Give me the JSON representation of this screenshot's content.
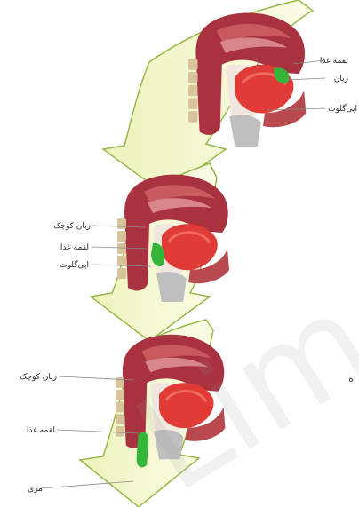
{
  "figure": {
    "panel_1": {
      "labels": [
        "لقمه غذا",
        "زبان",
        "اپی‌گلوت"
      ]
    },
    "panel_2": {
      "labels": [
        "زبان کوچک",
        "لقمه غذا",
        "اپی‌گلوت"
      ]
    },
    "panel_3": {
      "labels": [
        "زبان کوچک",
        "لقمه غذا",
        "مری"
      ]
    },
    "watermark": "Lim",
    "edge_text": "ه"
  },
  "colors": {
    "arrow_fill": "#f2f5c9",
    "arrow_stroke": "#97b84a",
    "tissue": "#a8323f",
    "tongue": "#e03b36",
    "food_bolus": "#35b53a",
    "bone": "#d8c49a",
    "airway": "#f1e7de"
  }
}
